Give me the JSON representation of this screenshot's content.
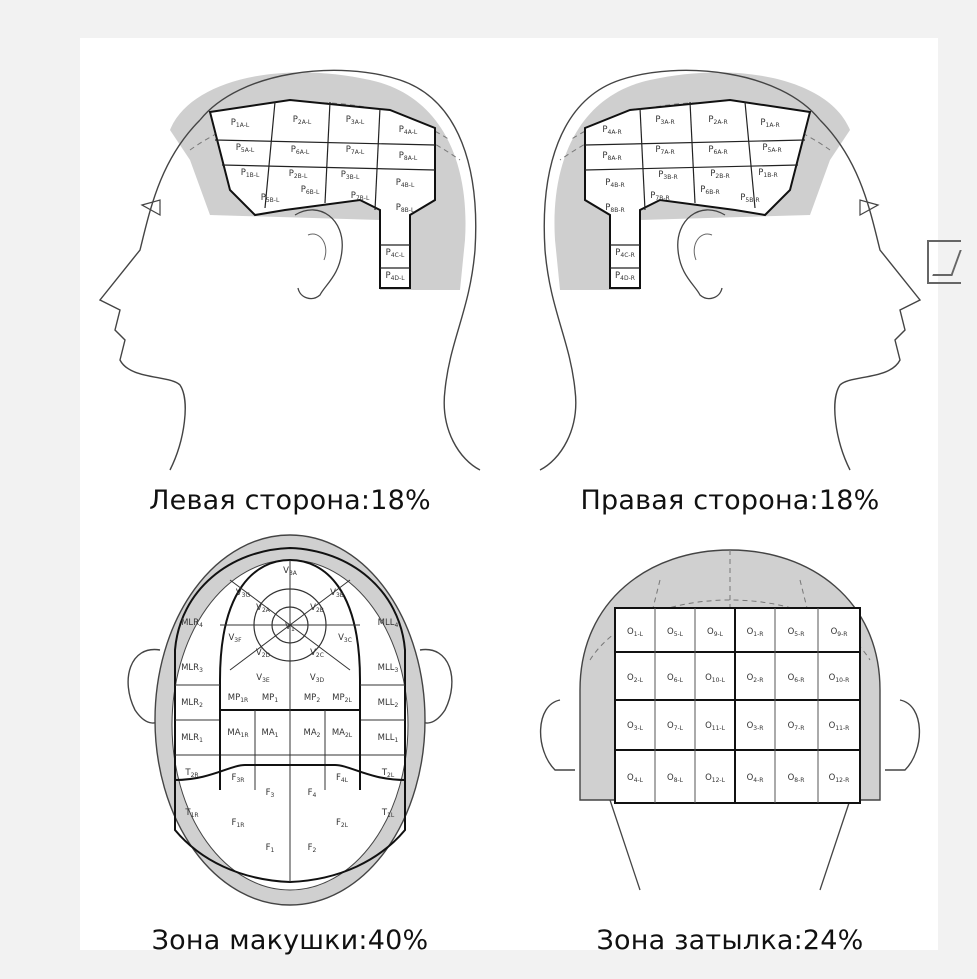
{
  "panels": {
    "left_side": {
      "caption": "Левая сторона:18%",
      "zones": [
        "P1A-L",
        "P2A-L",
        "P3A-L",
        "P4A-L",
        "P5A-L",
        "P6A-L",
        "P7A-L",
        "P8A-L",
        "P1B-L",
        "P2B-L",
        "P3B-L",
        "P4B-L",
        "P5B-L",
        "P6B-L",
        "P7B-L",
        "P8B-L",
        "P4C-L",
        "P4D-L"
      ]
    },
    "right_side": {
      "caption": "Правая сторона:18%",
      "zones": [
        "P4A-R",
        "P3A-R",
        "P2A-R",
        "P1A-R",
        "P7A-R",
        "P6A-R",
        "P5A-R",
        "P8A-R",
        "P3B-R",
        "P2B-R",
        "P1B-R",
        "P4B-R",
        "P7B-R",
        "P6B-R",
        "P5B-R",
        "P8B-R",
        "P4C-R",
        "P4D-R"
      ]
    },
    "crown": {
      "caption": "Зона макушки:40%",
      "zones": [
        "V3A",
        "V3G",
        "V3B",
        "V2A",
        "V2B",
        "V1",
        "V3F",
        "V3C",
        "V2D",
        "V2C",
        "V3E",
        "V3D",
        "MLR4",
        "MLL4",
        "MLR3",
        "MLL3",
        "MLR2",
        "MLL2",
        "MLR1",
        "MLL1",
        "MP1R",
        "MP1",
        "MP2",
        "MP2L",
        "MA1R",
        "MA1",
        "MA2",
        "MA2L",
        "T2R",
        "T2L",
        "T1R",
        "T1L",
        "F3R",
        "F3",
        "F4",
        "F4L",
        "F1R",
        "F1",
        "F2",
        "F2L"
      ]
    },
    "nape": {
      "caption": "Зона затылка:24%",
      "zones": [
        "O1-L",
        "O5-L",
        "O9-L",
        "O1-R",
        "O5-R",
        "O9-R",
        "O2-L",
        "O6-L",
        "O10-L",
        "O2-R",
        "O6-R",
        "O10-R",
        "O3-L",
        "O7-L",
        "O11-L",
        "O3-R",
        "O7-R",
        "O11-R",
        "O4-L",
        "O8-L",
        "O12-L",
        "O4-R",
        "O8-R",
        "O12-R"
      ]
    }
  }
}
